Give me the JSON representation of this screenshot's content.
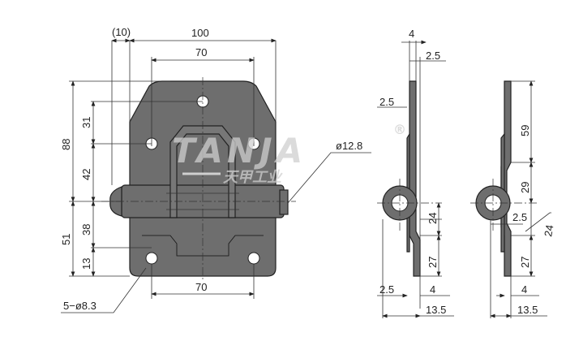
{
  "front_view": {
    "width_offset": "(10)",
    "overall_width": "100",
    "hole_spacing_top": "70",
    "hole_spacing_bottom": "70",
    "overall_height": "88",
    "dim_31": "31",
    "dim_42": "42",
    "dim_38": "38",
    "dim_51": "51",
    "dim_13": "13",
    "holes": "5−ø8.3",
    "pin_diameter": "ø12.8"
  },
  "side_view_left": {
    "top_thickness": "4",
    "top_offset": "2.5",
    "upper_offset": "2.5",
    "dim_24": "24",
    "dim_27": "27",
    "bottom_offset": "2.5",
    "bottom_thickness": "4",
    "overall_depth": "13.5"
  },
  "side_view_right": {
    "dim_59": "59",
    "dim_29": "29",
    "offset": "2.5",
    "dim_24": "24",
    "dim_27": "27",
    "bottom_thickness": "4",
    "overall_depth": "13.5"
  },
  "watermark": {
    "brand": "TANJA",
    "chinese": "天甲工业",
    "registered": "®"
  }
}
